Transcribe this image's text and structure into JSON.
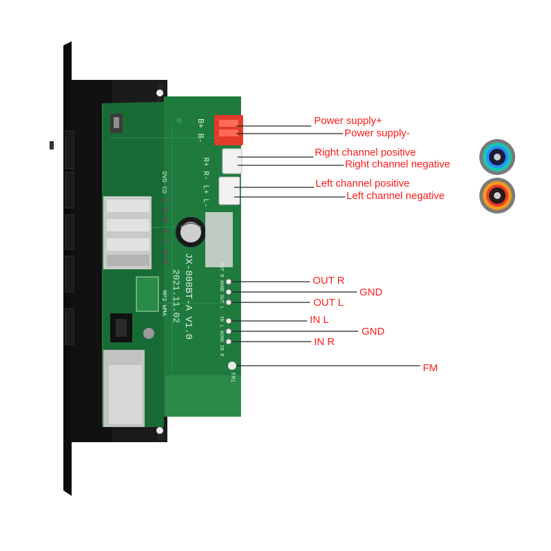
{
  "colors": {
    "label_red": "#ff1a1a",
    "label_black": "#111111",
    "pcb_green": "#1f7a3e",
    "pcb_green_dark": "#16602f",
    "panel_black": "#151515",
    "usb_silver": "#c9c9c9",
    "connector_red": "#e23b2a",
    "connector_white": "#f2f2f2",
    "speaker_right_ring": "#18c6b5",
    "speaker_left_ring": "#f39a1f"
  },
  "board": {
    "silk_model": "JX-808BT-A V1.0",
    "silk_date": "2021.11.02",
    "silk_power": "B+ B-",
    "silk_right": "R+ R-",
    "silk_left": "L+ L-",
    "silk_out": [
      "OUT R",
      "AGND",
      "OUT L"
    ],
    "silk_in": [
      "IN L",
      "AGND",
      "IN R"
    ],
    "silk_fm": "FM1",
    "silk_mode": [
      "DVD",
      "CD",
      "MP3",
      "WMA"
    ]
  },
  "labels": {
    "power_plus": "Power supply+",
    "power_minus": "Power supply-",
    "right_pos": "Right channel positive",
    "right_neg": "Right channel negative",
    "left_pos": "Left channel positive",
    "left_neg": "Left channel negative",
    "out_r": "OUT R",
    "gnd_out": "GND",
    "out_l": "OUT L",
    "in_l": "IN L",
    "gnd_in": "GND",
    "in_r": "IN R",
    "fm": "FM"
  },
  "icons": {
    "right_speaker": "speaker-icon",
    "left_speaker": "speaker-icon"
  }
}
